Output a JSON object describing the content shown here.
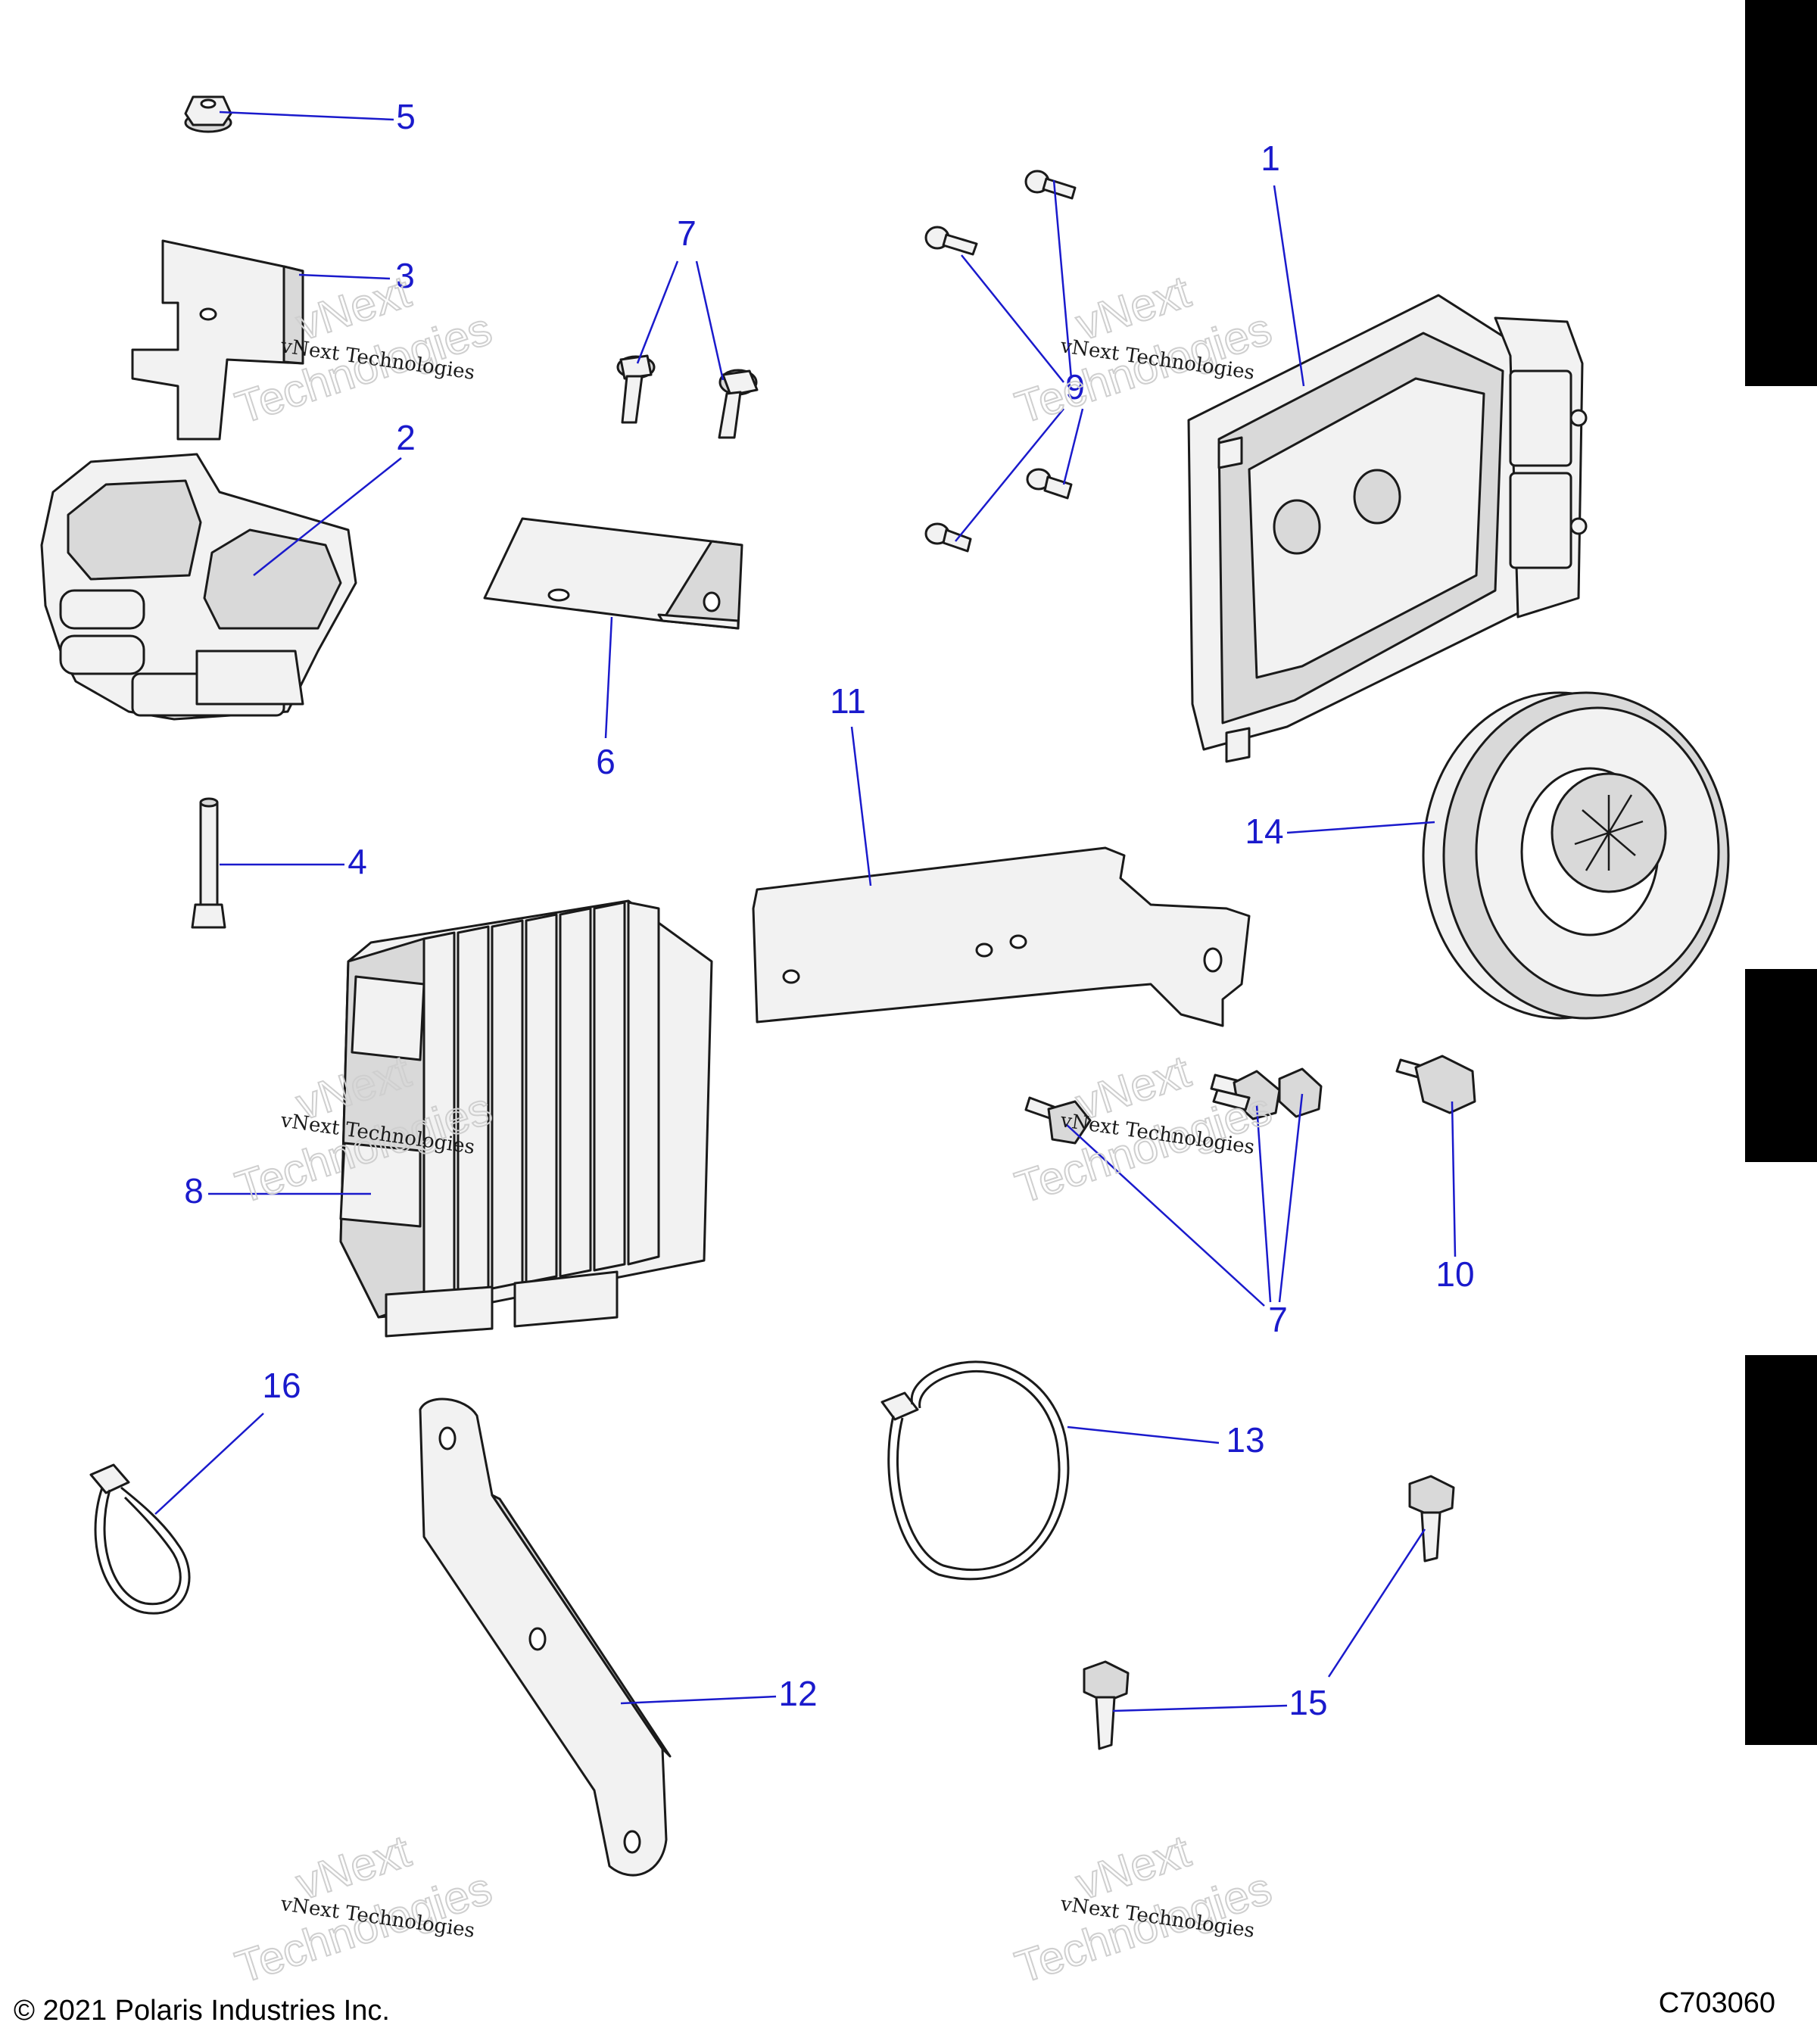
{
  "callouts": [
    "1",
    "2",
    "3",
    "4",
    "5",
    "6",
    "7",
    "7",
    "8",
    "9",
    "10",
    "11",
    "12",
    "13",
    "14",
    "15",
    "16"
  ],
  "watermark": {
    "line1": "vNext Technologies",
    "line2": "vNext",
    "line3": "Technologies"
  },
  "footer": {
    "copyright": "© 2021 Polaris Industries Inc.",
    "figure_code": "C703060"
  },
  "colors": {
    "callout": "#1a1acc",
    "line_art": "#1a1a1a",
    "part_fill": "#f2f2f2",
    "tab": "#000000"
  }
}
